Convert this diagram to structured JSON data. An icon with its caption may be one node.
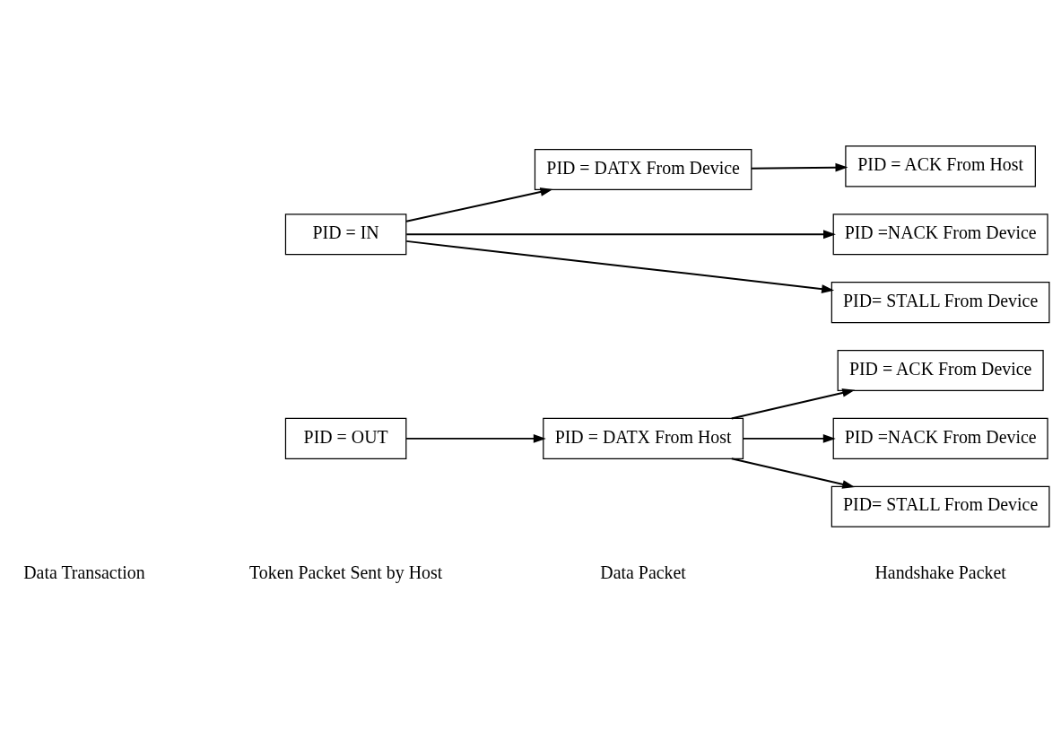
{
  "diagram": {
    "nodes": [
      {
        "text": [
          "PID = OUT"
        ]
      },
      {
        "text": [
          "PID = DATX From Host"
        ]
      },
      {
        "text": [
          "PID = ACK From Device"
        ]
      },
      {
        "text": [
          "PID =NACK From Device"
        ]
      },
      {
        "text": [
          "PID= STALL From Device"
        ]
      },
      {
        "text": [
          "PID = IN"
        ]
      },
      {
        "text": [
          "PID = DATX From Device"
        ]
      },
      {
        "text": [
          "PID = ACK From Host"
        ]
      },
      {
        "text": [
          "PID =NACK From Device"
        ]
      },
      {
        "text": [
          "PID= STALL From Device"
        ]
      }
    ],
    "edges": [
      {
        "from": 0,
        "to": 1,
        "arrow": "to"
      },
      {
        "from": 1,
        "to": 2,
        "arrow": "to"
      },
      {
        "from": 1,
        "to": 3,
        "arrow": "to"
      },
      {
        "from": 1,
        "to": 4,
        "arrow": "to"
      },
      {
        "from": 5,
        "to": 6,
        "arrow": "to"
      },
      {
        "from": 6,
        "to": 7,
        "arrow": "to"
      },
      {
        "from": 5,
        "to": 8,
        "arrow": "to"
      },
      {
        "from": 5,
        "to": 9,
        "arrow": "to"
      }
    ],
    "labels": [
      "Token Packet Sent by Host",
      "Data Packet",
      "Handshake Packet",
      "Data Transaction"
    ]
  }
}
